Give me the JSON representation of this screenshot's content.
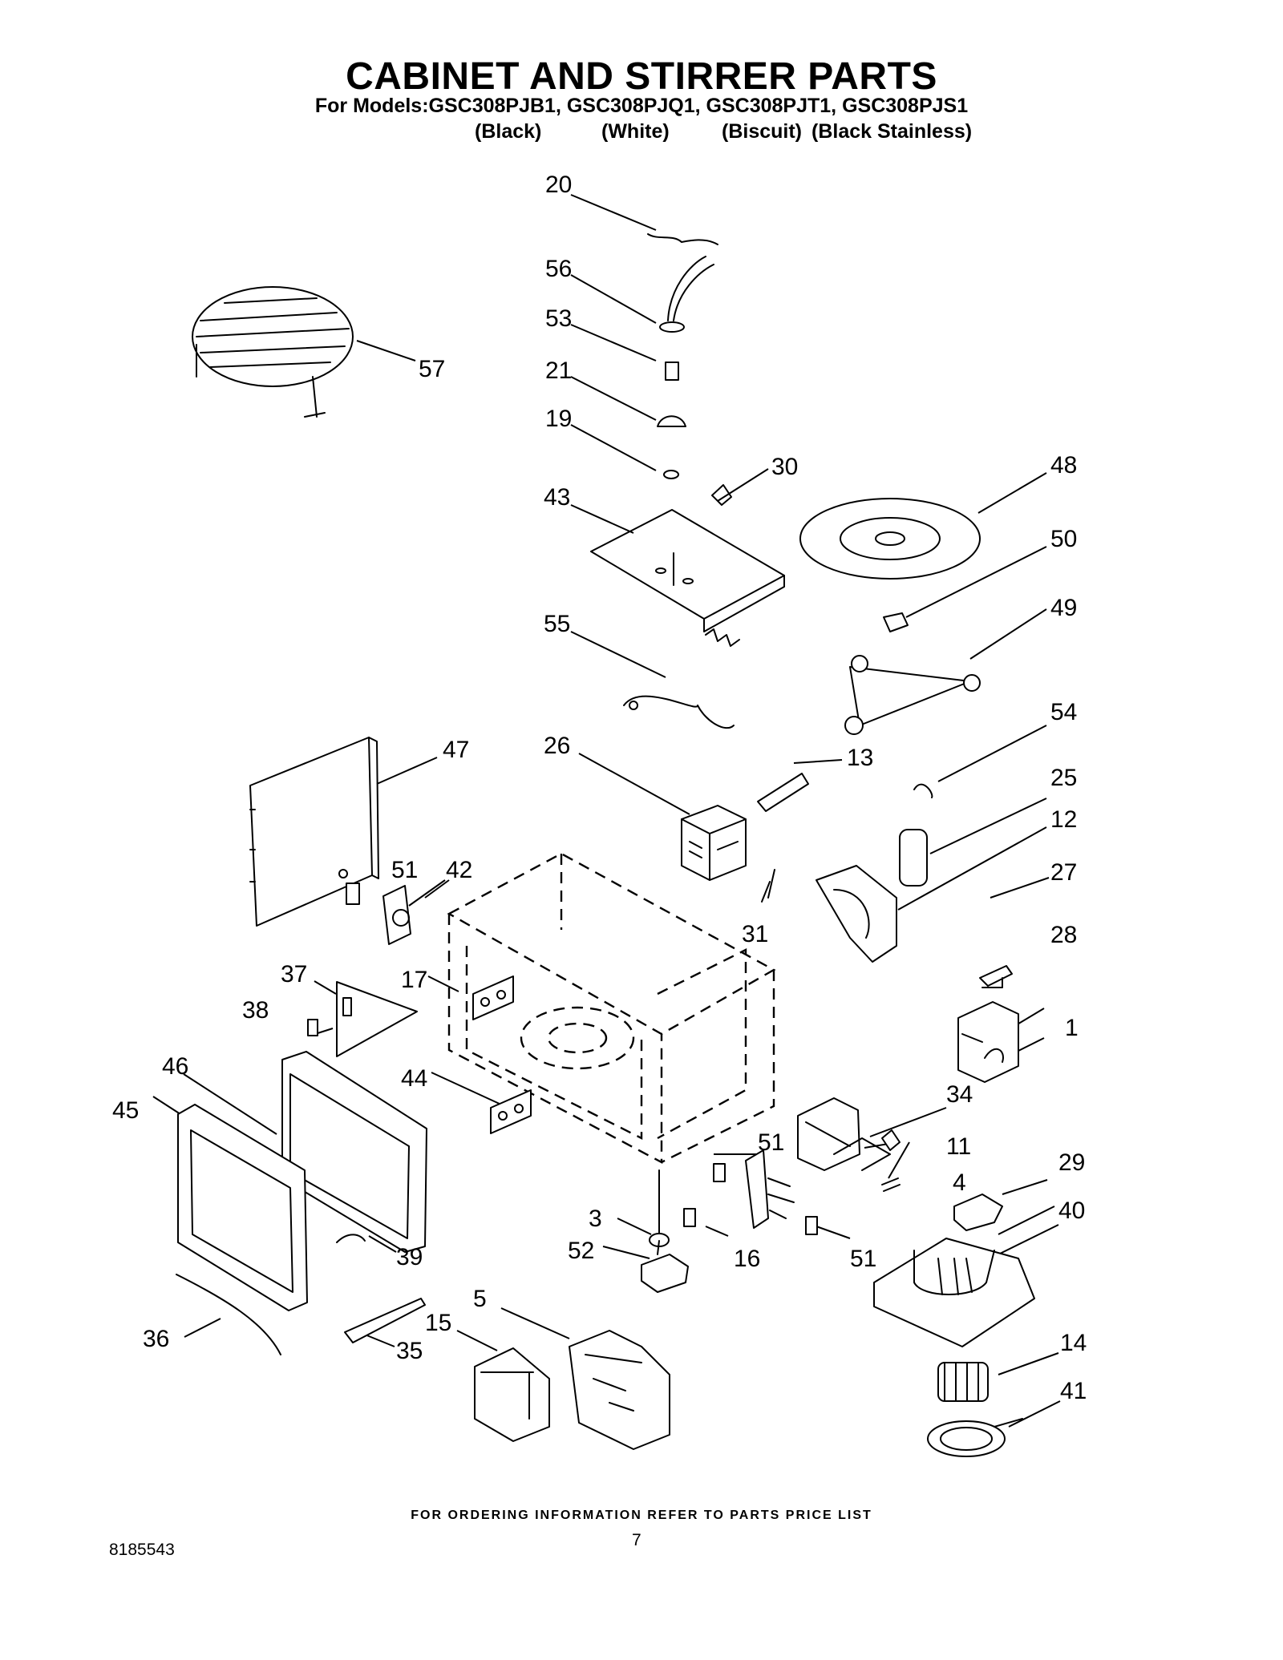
{
  "title": "CABINET AND STIRRER PARTS",
  "models_line": "For Models:GSC308PJB1, GSC308PJQ1, GSC308PJT1, GSC308PJS1",
  "variants": [
    "(Black)",
    "(White)",
    "(Biscuit)",
    "(Black Stainless)"
  ],
  "callouts": [
    "20",
    "56",
    "53",
    "21",
    "19",
    "57",
    "30",
    "43",
    "48",
    "50",
    "55",
    "49",
    "47",
    "26",
    "13",
    "54",
    "25",
    "12",
    "51",
    "42",
    "31",
    "27",
    "17",
    "37",
    "38",
    "28",
    "46",
    "44",
    "1",
    "34",
    "45",
    "51",
    "11",
    "4",
    "29",
    "3",
    "52",
    "16",
    "51",
    "40",
    "39",
    "5",
    "15",
    "36",
    "35",
    "14",
    "41"
  ],
  "footer": "FOR ORDERING INFORMATION REFER TO PARTS PRICE LIST",
  "document_number": "8185543",
  "page_number": "7"
}
